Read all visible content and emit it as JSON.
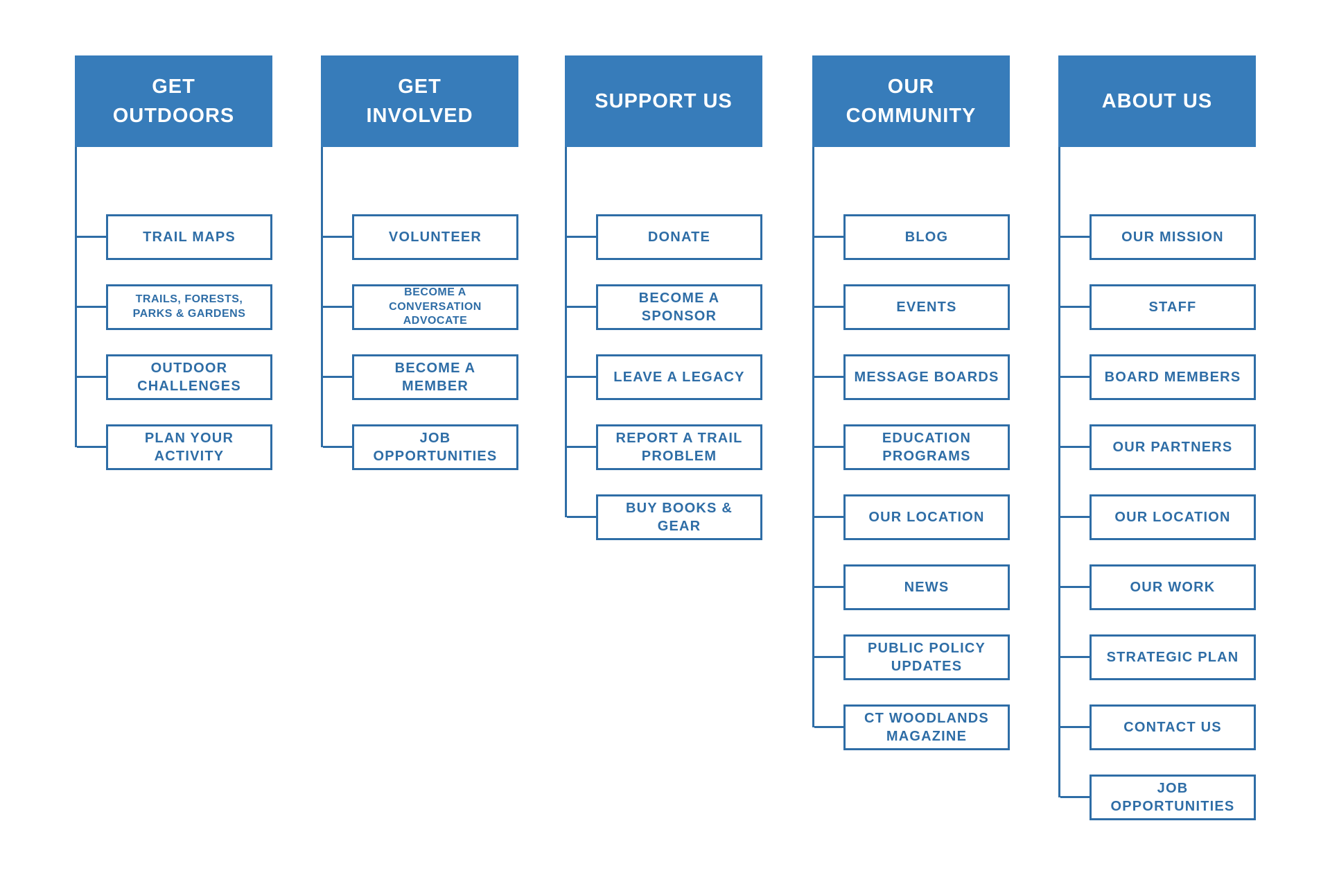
{
  "theme": {
    "accent": "#377CBA",
    "line": "#2E6DA6",
    "header_text": "#FFFFFF",
    "background": "#FFFFFF"
  },
  "sitemap": {
    "columns": [
      {
        "id": "get-outdoors",
        "title": "GET OUTDOORS",
        "title_lines": [
          "GET",
          "OUTDOORS"
        ],
        "children": [
          {
            "id": "trail-maps",
            "label": "TRAIL MAPS",
            "lines": [
              "TRAIL MAPS"
            ],
            "small": false
          },
          {
            "id": "trails-forests-parks-gardens",
            "label": "TRAILS, FORESTS, PARKS & GARDENS",
            "lines": [
              "TRAILS, FORESTS,",
              "PARKS & GARDENS"
            ],
            "small": true
          },
          {
            "id": "outdoor-challenges",
            "label": "OUTDOOR CHALLENGES",
            "lines": [
              "OUTDOOR",
              "CHALLENGES"
            ],
            "small": false
          },
          {
            "id": "plan-your-activity",
            "label": "PLAN YOUR ACTIVITY",
            "lines": [
              "PLAN YOUR",
              "ACTIVITY"
            ],
            "small": false
          }
        ]
      },
      {
        "id": "get-involved",
        "title": "GET INVOLVED",
        "title_lines": [
          "GET",
          "INVOLVED"
        ],
        "children": [
          {
            "id": "volunteer",
            "label": "VOLUNTEER",
            "lines": [
              "VOLUNTEER"
            ],
            "small": false
          },
          {
            "id": "become-a-conversation-advocate",
            "label": "BECOME A CONVERSATION ADVOCATE",
            "lines": [
              "BECOME A CONVERSATION",
              "ADVOCATE"
            ],
            "small": true
          },
          {
            "id": "become-a-member",
            "label": "BECOME A MEMBER",
            "lines": [
              "BECOME A",
              "MEMBER"
            ],
            "small": false
          },
          {
            "id": "job-opportunities-involved",
            "label": "JOB OPPORTUNITIES",
            "lines": [
              "JOB",
              "OPPORTUNITIES"
            ],
            "small": false
          }
        ]
      },
      {
        "id": "support-us",
        "title": "SUPPORT US",
        "title_lines": [
          "SUPPORT US"
        ],
        "children": [
          {
            "id": "donate",
            "label": "DONATE",
            "lines": [
              "DONATE"
            ],
            "small": false
          },
          {
            "id": "become-a-sponsor",
            "label": "BECOME A SPONSOR",
            "lines": [
              "BECOME A",
              "SPONSOR"
            ],
            "small": false
          },
          {
            "id": "leave-a-legacy",
            "label": "LEAVE A LEGACY",
            "lines": [
              "LEAVE A LEGACY"
            ],
            "small": false
          },
          {
            "id": "report-a-trail-problem",
            "label": "REPORT A TRAIL PROBLEM",
            "lines": [
              "REPORT A TRAIL",
              "PROBLEM"
            ],
            "small": false
          },
          {
            "id": "buy-books-gear",
            "label": "BUY BOOKS & GEAR",
            "lines": [
              "BUY BOOKS &",
              "GEAR"
            ],
            "small": false
          }
        ]
      },
      {
        "id": "our-community",
        "title": "OUR COMMUNITY",
        "title_lines": [
          "OUR",
          "COMMUNITY"
        ],
        "children": [
          {
            "id": "blog",
            "label": "BLOG",
            "lines": [
              "BLOG"
            ],
            "small": false
          },
          {
            "id": "events",
            "label": "EVENTS",
            "lines": [
              "EVENTS"
            ],
            "small": false
          },
          {
            "id": "message-boards",
            "label": "MESSAGE BOARDS",
            "lines": [
              "MESSAGE BOARDS"
            ],
            "small": false
          },
          {
            "id": "education-programs",
            "label": "EDUCATION PROGRAMS",
            "lines": [
              "EDUCATION",
              "PROGRAMS"
            ],
            "small": false
          },
          {
            "id": "our-location-community",
            "label": "OUR LOCATION",
            "lines": [
              "OUR LOCATION"
            ],
            "small": false
          },
          {
            "id": "news",
            "label": "NEWS",
            "lines": [
              "NEWS"
            ],
            "small": false
          },
          {
            "id": "public-policy-updates",
            "label": "PUBLIC POLICY UPDATES",
            "lines": [
              "PUBLIC POLICY",
              "UPDATES"
            ],
            "small": false
          },
          {
            "id": "ct-woodlands-magazine",
            "label": "CT WOODLANDS MAGAZINE",
            "lines": [
              "CT WOODLANDS",
              "MAGAZINE"
            ],
            "small": false
          }
        ]
      },
      {
        "id": "about-us",
        "title": "ABOUT US",
        "title_lines": [
          "ABOUT US"
        ],
        "children": [
          {
            "id": "our-mission",
            "label": "OUR MISSION",
            "lines": [
              "OUR MISSION"
            ],
            "small": false
          },
          {
            "id": "staff",
            "label": "STAFF",
            "lines": [
              "STAFF"
            ],
            "small": false
          },
          {
            "id": "board-members",
            "label": "BOARD MEMBERS",
            "lines": [
              "BOARD MEMBERS"
            ],
            "small": false
          },
          {
            "id": "our-partners",
            "label": "OUR PARTNERS",
            "lines": [
              "OUR PARTNERS"
            ],
            "small": false
          },
          {
            "id": "our-location-about",
            "label": "OUR LOCATION",
            "lines": [
              "OUR LOCATION"
            ],
            "small": false
          },
          {
            "id": "our-work",
            "label": "OUR WORK",
            "lines": [
              "OUR WORK"
            ],
            "small": false
          },
          {
            "id": "strategic-plan",
            "label": "STRATEGIC PLAN",
            "lines": [
              "STRATEGIC PLAN"
            ],
            "small": false
          },
          {
            "id": "contact-us",
            "label": "CONTACT US",
            "lines": [
              "CONTACT US"
            ],
            "small": false
          },
          {
            "id": "job-opportunities-about",
            "label": "JOB OPPORTUNITIES",
            "lines": [
              "JOB",
              "OPPORTUNITIES"
            ],
            "small": false
          }
        ]
      }
    ]
  }
}
